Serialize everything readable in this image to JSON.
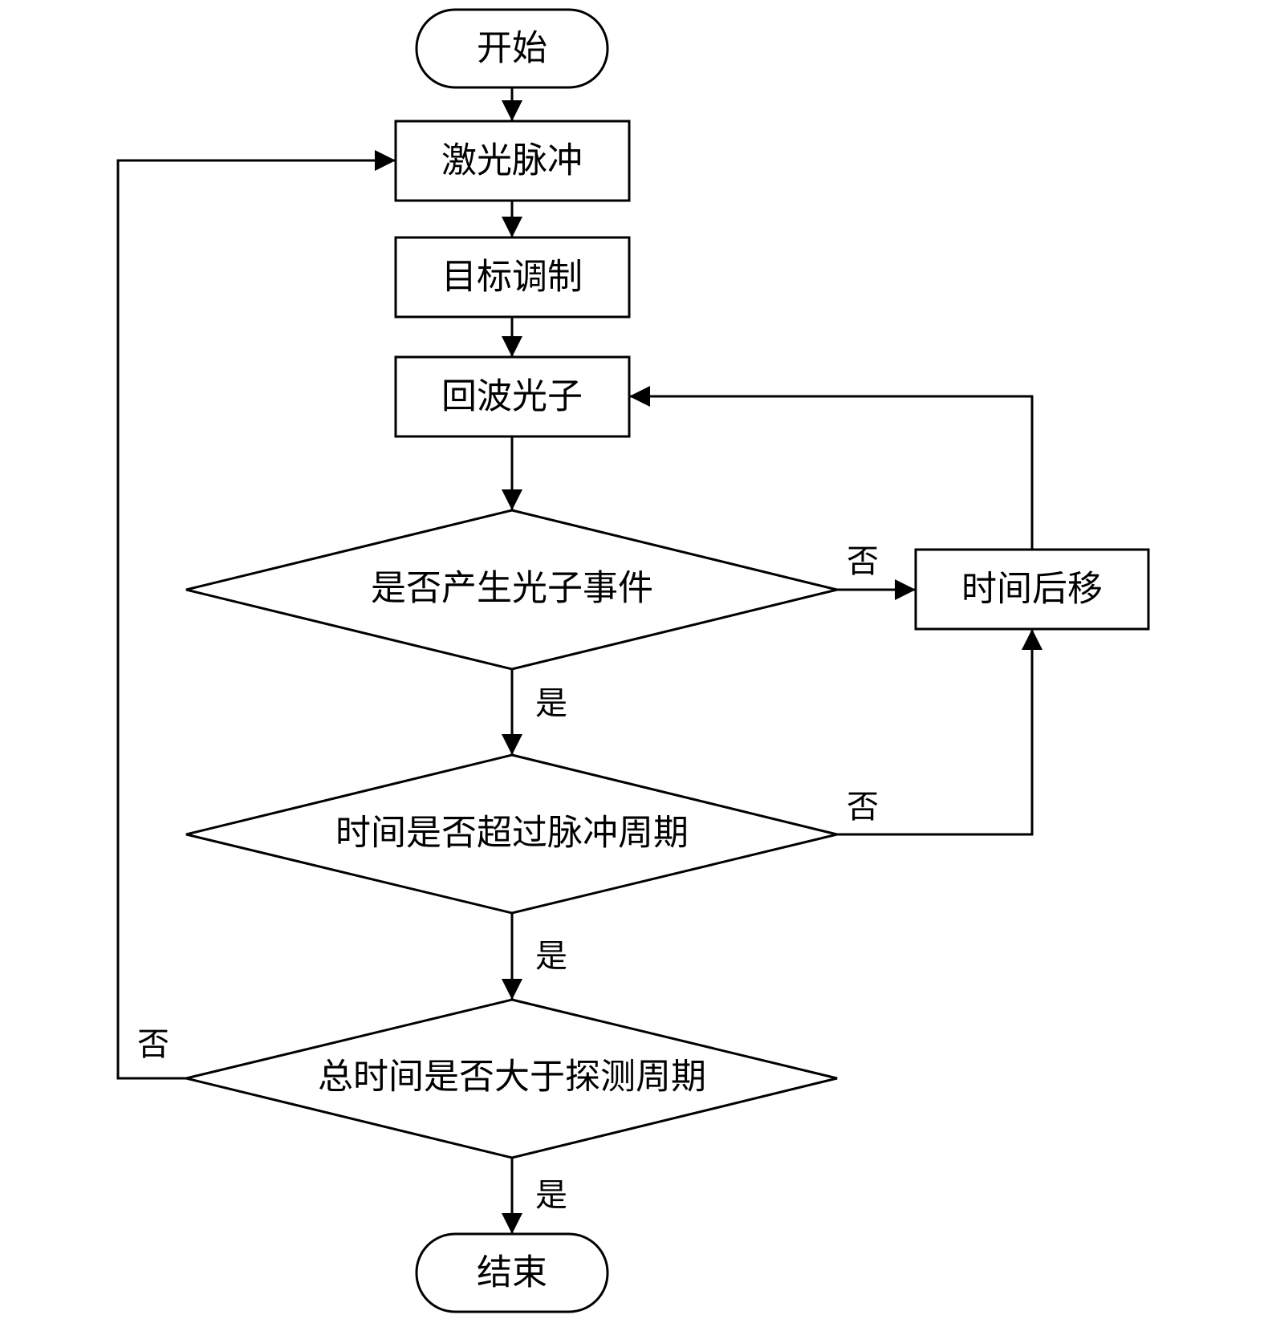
{
  "diagram": {
    "type": "flowchart",
    "nodes": {
      "start": "开始",
      "laser_pulse": "激光脉冲",
      "target_modulation": "目标调制",
      "echo_photons": "回波光子",
      "photon_event": "是否产生光子事件",
      "time_shift": "时间后移",
      "exceed_pulse_period": "时间是否超过脉冲周期",
      "exceed_detection_period": "总时间是否大于探测周期",
      "end": "结束"
    },
    "edge_labels": {
      "photon_event_no": "否",
      "photon_event_yes": "是",
      "pulse_period_no": "否",
      "pulse_period_yes": "是",
      "detection_period_no": "否",
      "detection_period_yes": "是"
    },
    "edges": [
      {
        "from": "start",
        "to": "laser_pulse"
      },
      {
        "from": "laser_pulse",
        "to": "target_modulation"
      },
      {
        "from": "target_modulation",
        "to": "echo_photons"
      },
      {
        "from": "echo_photons",
        "to": "photon_event"
      },
      {
        "from": "photon_event",
        "to": "time_shift",
        "label": "否"
      },
      {
        "from": "time_shift",
        "to": "echo_photons"
      },
      {
        "from": "photon_event",
        "to": "exceed_pulse_period",
        "label": "是"
      },
      {
        "from": "exceed_pulse_period",
        "to": "time_shift",
        "label": "否"
      },
      {
        "from": "exceed_pulse_period",
        "to": "exceed_detection_period",
        "label": "是"
      },
      {
        "from": "exceed_detection_period",
        "to": "laser_pulse",
        "label": "否"
      },
      {
        "from": "exceed_detection_period",
        "to": "end",
        "label": "是"
      }
    ]
  }
}
